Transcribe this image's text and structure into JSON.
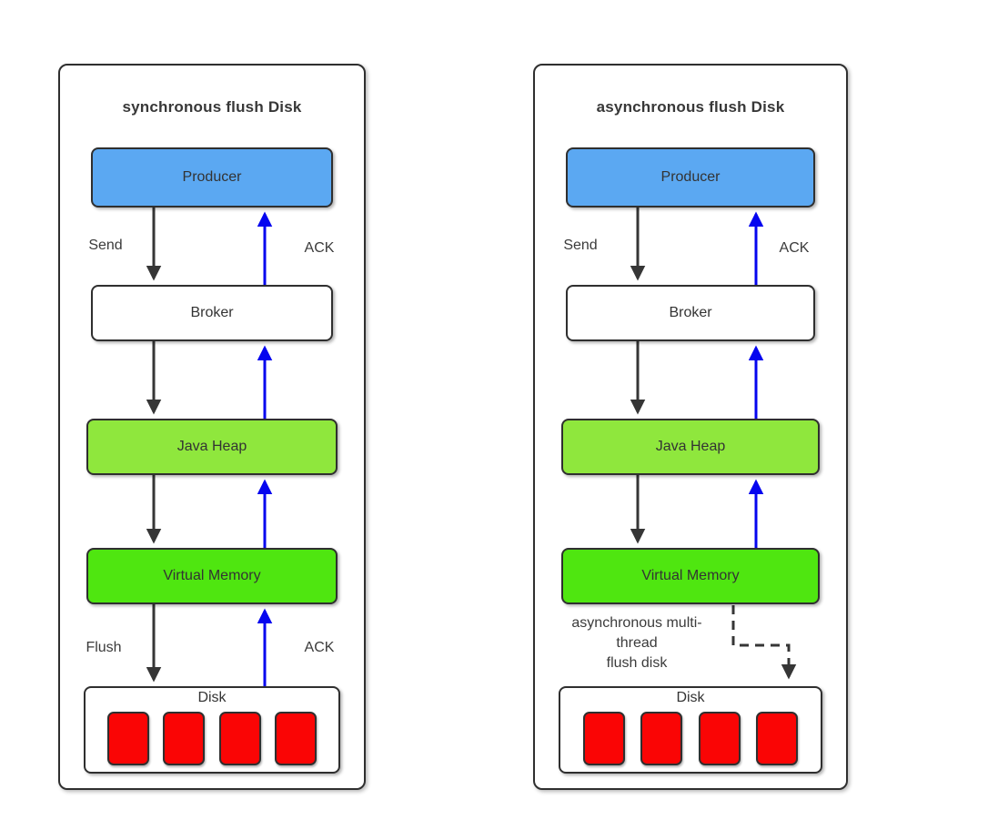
{
  "colors": {
    "panel_border": "#2f2f2f",
    "producer_fill": "#5BA8F2",
    "broker_fill": "#FFFFFF",
    "java_heap_fill": "#8FE73D",
    "virtual_memory_fill": "#4FE610",
    "disk_platter_fill": "#FA0505",
    "arrow_black": "#363636",
    "arrow_blue": "#0505EF",
    "text": "#3B3B3B"
  },
  "diagrams": [
    {
      "title": "synchronous flush Disk",
      "nodes": {
        "producer": "Producer",
        "broker": "Broker",
        "java_heap": "Java Heap",
        "virtual_memory": "Virtual Memory",
        "disk": "Disk"
      },
      "edge_labels": {
        "send": "Send",
        "ack_upper": "ACK",
        "flush": "Flush",
        "ack_lower": "ACK"
      }
    },
    {
      "title": "asynchronous flush Disk",
      "nodes": {
        "producer": "Producer",
        "broker": "Broker",
        "java_heap": "Java Heap",
        "virtual_memory": "Virtual Memory",
        "disk": "Disk"
      },
      "edge_labels": {
        "send": "Send",
        "ack_upper": "ACK",
        "async_note": "asynchronous multi-\nthread\nflush disk"
      }
    }
  ]
}
